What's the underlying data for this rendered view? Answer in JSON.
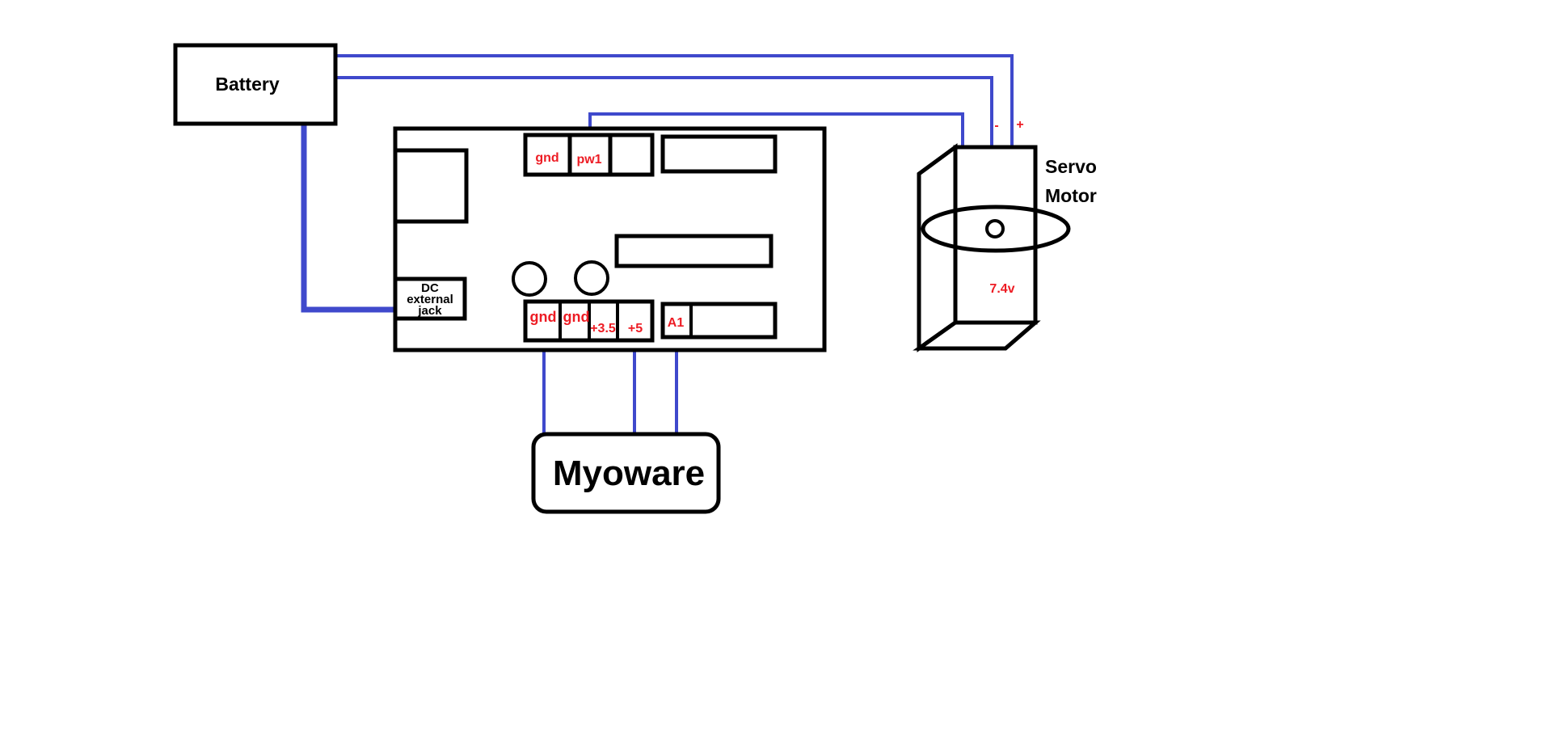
{
  "diagram": {
    "battery": {
      "label": "Battery"
    },
    "board": {
      "dc_jack": {
        "line1": "DC",
        "line2": "external",
        "line3": "jack"
      },
      "top_header": {
        "pins": [
          "gnd",
          "pw1",
          ""
        ]
      },
      "bottom_header": {
        "pins": [
          "gnd",
          "gnd",
          "+3.5",
          "+5"
        ]
      },
      "analog_header": {
        "pins": [
          "A1",
          ""
        ]
      }
    },
    "servo": {
      "title_line1": "Servo",
      "title_line2": "Motor",
      "voltage": "7.4v",
      "minus_label": "-",
      "plus_label": "+"
    },
    "myoware": {
      "label": "Myoware"
    },
    "colors": {
      "wire": "#3f49cc",
      "outline": "#000000",
      "pin_label": "#ed1c24"
    },
    "connections": [
      {
        "from": "Battery",
        "to": "Servo Motor +"
      },
      {
        "from": "Battery",
        "to": "Servo Motor -"
      },
      {
        "from": "Battery",
        "to": "DC external jack"
      },
      {
        "from": "pw1",
        "to": "Servo Motor signal"
      },
      {
        "from": "gnd",
        "to": "Myoware"
      },
      {
        "from": "+5",
        "to": "Myoware"
      },
      {
        "from": "A1",
        "to": "Myoware"
      }
    ]
  }
}
